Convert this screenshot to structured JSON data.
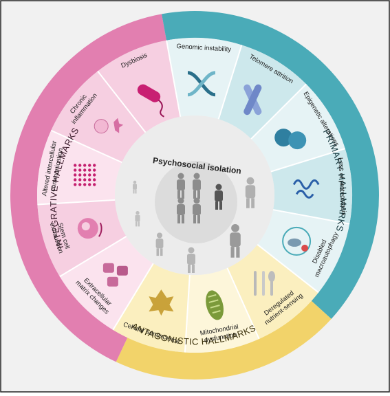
{
  "colors": {
    "background": "#f1f1f1",
    "frame": "#222222",
    "integrative_outer": "#e27fb0",
    "integrative_sector": "#f6cfe1",
    "integrative_sector_alt": "#fbe3ee",
    "primary_outer": "#4aabb8",
    "primary_sector": "#cde8ec",
    "primary_sector_alt": "#e6f3f5",
    "antagonistic_outer": "#f2d36a",
    "antagonistic_sector": "#fbefbf",
    "antagonistic_sector_alt": "#fdf6da",
    "center": "#e6e6e6",
    "center_inner": "#d6d6d6",
    "figure": "#8c8c8c",
    "figure_dark": "#555555"
  },
  "groups": {
    "integrative": "INTEGRATIVE HALLMARKS",
    "primary": "PRIMARY HALLMARKS",
    "antagonistic": "ANTAGONISTIC HALLMARKS"
  },
  "center": {
    "title": "Psychosocial isolation"
  },
  "hallmarks": [
    {
      "id": "dysbiosis",
      "group": "integrative",
      "lines": [
        "Dysbiosis"
      ],
      "icon": "bacterium-icon"
    },
    {
      "id": "genomic-instability",
      "group": "primary",
      "lines": [
        "Genomic instability"
      ],
      "icon": "dna-icon"
    },
    {
      "id": "telomere-attrition",
      "group": "primary",
      "lines": [
        "Telomere attrition"
      ],
      "icon": "chromosome-icon"
    },
    {
      "id": "epigenetic-alterations",
      "group": "primary",
      "lines": [
        "Epigenetic alterations"
      ],
      "icon": "nucleosome-icon"
    },
    {
      "id": "loss-of-proteostasis",
      "group": "primary",
      "lines": [
        "Loss of proteostasis"
      ],
      "icon": "protein-icon"
    },
    {
      "id": "disabled-macroautophagy",
      "group": "primary",
      "lines": [
        "Disabled",
        "macroautophagy"
      ],
      "icon": "autophagosome-icon"
    },
    {
      "id": "deregulated-nutrient-sensing",
      "group": "antagonistic",
      "lines": [
        "Deregulated",
        "nutrient-sensing"
      ],
      "icon": "cutlery-icon"
    },
    {
      "id": "mitochondrial-dysfunction",
      "group": "antagonistic",
      "lines": [
        "Mitochondrial",
        "dysfunction"
      ],
      "icon": "mitochondrion-icon"
    },
    {
      "id": "cellular-senescence",
      "group": "antagonistic",
      "lines": [
        "Cellular senescence"
      ],
      "icon": "withered-leaf-icon"
    },
    {
      "id": "extracellular-matrix-changes",
      "group": "integrative",
      "lines": [
        "Extracellular",
        "matrix changes"
      ],
      "icon": "tissue-icon"
    },
    {
      "id": "stem-cell-exhaustion",
      "group": "integrative",
      "lines": [
        "Stem cell",
        "exhaustion"
      ],
      "icon": "stem-cell-icon"
    },
    {
      "id": "altered-intercellular-communication",
      "group": "integrative",
      "lines": [
        "Altered intercellular",
        "communication"
      ],
      "icon": "dots-icon"
    },
    {
      "id": "chronic-inflammation",
      "group": "integrative",
      "lines": [
        "Chronic",
        "inflammation"
      ],
      "icon": "macrophage-icon"
    }
  ]
}
